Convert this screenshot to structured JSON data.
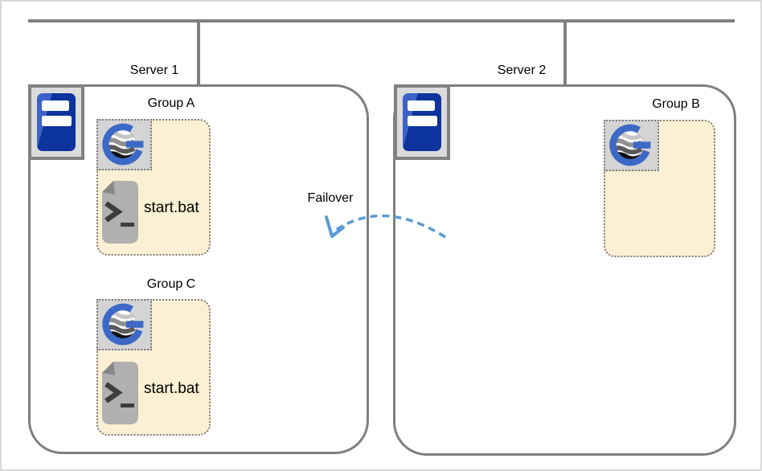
{
  "topology": {
    "server1_label": "Server 1",
    "server2_label": "Server 2"
  },
  "server1": {
    "groups": [
      {
        "label": "Group A",
        "script": "start.bat"
      },
      {
        "label": "Group C",
        "script": "start.bat"
      }
    ]
  },
  "server2": {
    "groups": [
      {
        "label": "Group B"
      }
    ]
  },
  "failover": {
    "label": "Failover"
  },
  "colors": {
    "line_gray": "#808080",
    "box_border_gray": "#7f7f7f",
    "accent_blue": "#5b9bd5",
    "logo_blue": "#3c69c5",
    "tower_blue_dark": "#0d339e",
    "tower_blue_light": "#3c63c8",
    "group_fill_cream": "#fbf0d3",
    "chip_fill_gray": "#dbdbdb",
    "doc_gray": "#b0b0b0"
  },
  "icons": {
    "server": "server-icon",
    "geneos_logo": "geneos-logo-icon",
    "batch_file": "batch-file-icon",
    "failover_arrow": "failover-arrow-icon"
  }
}
